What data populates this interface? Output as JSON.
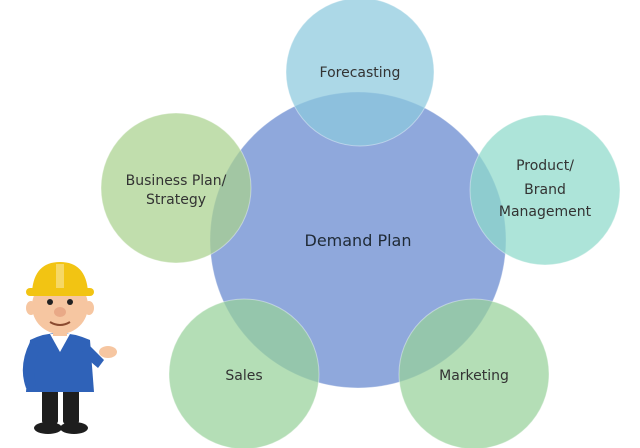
{
  "diagram": {
    "center": {
      "label": "Demand Plan",
      "color": "#8FA8DC"
    },
    "satellites": [
      {
        "id": "forecasting",
        "lines": [
          "Forecasting"
        ],
        "color": "#8CC9DE"
      },
      {
        "id": "product-brand-management",
        "lines": [
          "Product/",
          "Brand",
          "Management"
        ],
        "color": "#8ED9CB"
      },
      {
        "id": "marketing",
        "lines": [
          "Marketing"
        ],
        "color": "#97D19A"
      },
      {
        "id": "sales",
        "lines": [
          "Sales"
        ],
        "color": "#97D19A"
      },
      {
        "id": "business-plan-strategy",
        "lines": [
          "Business Plan/",
          "Strategy"
        ],
        "color": "#A9D18E"
      }
    ]
  },
  "mascot": {
    "icon": "construction-worker-icon",
    "colors": {
      "helmet": "#F2C413",
      "jacket": "#2F62B8",
      "skin": "#F6C6A1",
      "pants": "#1E1E1E"
    }
  }
}
